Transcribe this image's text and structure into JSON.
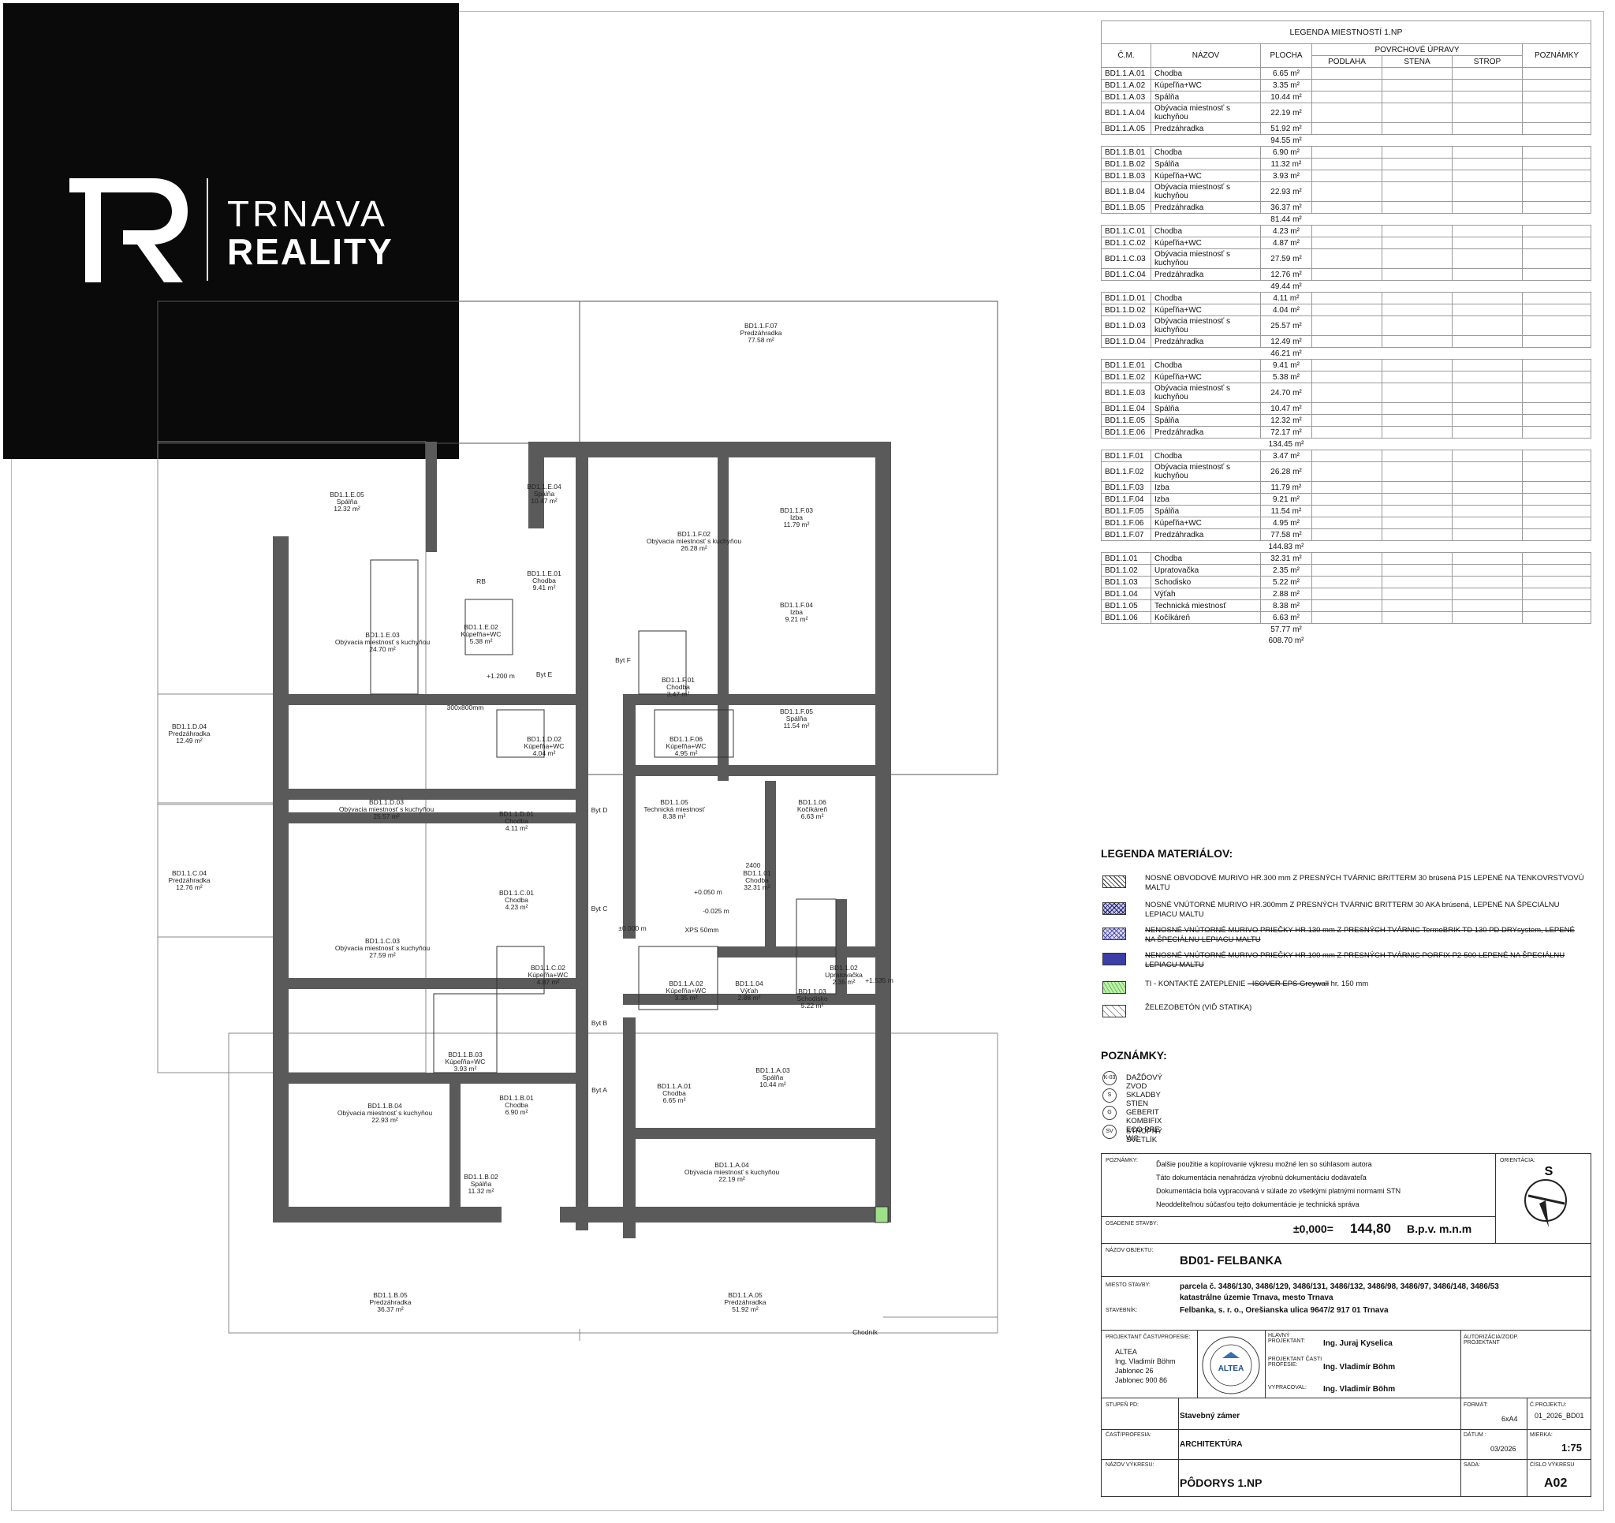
{
  "logo": {
    "line1": "TRNAVA",
    "line2": "REALITY"
  },
  "rooms_legend": {
    "title": "LEGENDA MIESTNOSTÍ 1.NP",
    "finishes_header": "POVRCHOVÉ ÚPRAVY",
    "columns": [
      "Č.M.",
      "NÁZOV",
      "PLOCHA",
      "PODLAHA",
      "STENA",
      "STROP",
      "POZNÁMKY"
    ],
    "groups": [
      {
        "rows": [
          [
            "BD1.1.A.01",
            "Chodba",
            "6.65 m²"
          ],
          [
            "BD1.1.A.02",
            "Kúpeľňa+WC",
            "3.35 m²"
          ],
          [
            "BD1.1.A.03",
            "Spálňa",
            "10.44 m²"
          ],
          [
            "BD1.1.A.04",
            "Obývacia miestnosť s kuchyňou",
            "22.19 m²"
          ],
          [
            "BD1.1.A.05",
            "Predzáhradka",
            "51.92 m²"
          ]
        ],
        "total": "94.55 m²"
      },
      {
        "rows": [
          [
            "BD1.1.B.01",
            "Chodba",
            "6.90 m²"
          ],
          [
            "BD1.1.B.02",
            "Spálňa",
            "11.32 m²"
          ],
          [
            "BD1.1.B.03",
            "Kúpeľňa+WC",
            "3.93 m²"
          ],
          [
            "BD1.1.B.04",
            "Obývacia miestnosť s kuchyňou",
            "22.93 m²"
          ],
          [
            "BD1.1.B.05",
            "Predzáhradka",
            "36.37 m²"
          ]
        ],
        "total": "81.44 m²"
      },
      {
        "rows": [
          [
            "BD1.1.C.01",
            "Chodba",
            "4.23 m²"
          ],
          [
            "BD1.1.C.02",
            "Kúpeľňa+WC",
            "4.87 m²"
          ],
          [
            "BD1.1.C.03",
            "Obývacia miestnosť s kuchyňou",
            "27.59 m²"
          ],
          [
            "BD1.1.C.04",
            "Predzáhradka",
            "12.76 m²"
          ]
        ],
        "total": "49.44 m²"
      },
      {
        "rows": [
          [
            "BD1.1.D.01",
            "Chodba",
            "4.11 m²"
          ],
          [
            "BD1.1.D.02",
            "Kúpeľňa+WC",
            "4.04 m²"
          ],
          [
            "BD1.1.D.03",
            "Obývacia miestnosť s kuchyňou",
            "25.57 m²"
          ],
          [
            "BD1.1.D.04",
            "Predzáhradka",
            "12.49 m²"
          ]
        ],
        "total": "46.21 m²"
      },
      {
        "rows": [
          [
            "BD1.1.E.01",
            "Chodba",
            "9.41 m²"
          ],
          [
            "BD1.1.E.02",
            "Kúpeľňa+WC",
            "5.38 m²"
          ],
          [
            "BD1.1.E.03",
            "Obývacia miestnosť s kuchyňou",
            "24.70 m²"
          ],
          [
            "BD1.1.E.04",
            "Spálňa",
            "10.47 m²"
          ],
          [
            "BD1.1.E.05",
            "Spálňa",
            "12.32 m²"
          ],
          [
            "BD1.1.E.06",
            "Predzáhradka",
            "72.17 m²"
          ]
        ],
        "total": "134.45 m²"
      },
      {
        "rows": [
          [
            "BD1.1.F.01",
            "Chodba",
            "3.47 m²"
          ],
          [
            "BD1.1.F.02",
            "Obývacia miestnosť s kuchyňou",
            "26.28 m²"
          ],
          [
            "BD1.1.F.03",
            "Izba",
            "11.79 m²"
          ],
          [
            "BD1.1.F.04",
            "Izba",
            "9.21 m²"
          ],
          [
            "BD1.1.F.05",
            "Spálňa",
            "11.54 m²"
          ],
          [
            "BD1.1.F.06",
            "Kúpeľňa+WC",
            "4.95 m²"
          ],
          [
            "BD1.1.F.07",
            "Predzáhradka",
            "77.58 m²"
          ]
        ],
        "total": "144.83 m²"
      },
      {
        "rows": [
          [
            "BD1.1.01",
            "Chodba",
            "32.31 m²"
          ],
          [
            "BD1.1.02",
            "Upratovačka",
            "2.35 m²"
          ],
          [
            "BD1.1.03",
            "Schodisko",
            "5.22 m²"
          ],
          [
            "BD1.1.04",
            "Výťah",
            "2.88 m²"
          ],
          [
            "BD1.1.05",
            "Technická miestnosť",
            "8.38 m²"
          ],
          [
            "BD1.1.06",
            "Kočíkáreň",
            "6.63 m²"
          ]
        ],
        "total": "57.77 m²"
      }
    ],
    "grand_total": "608.70 m²"
  },
  "materials": {
    "title": "LEGENDA MATERIÁLOV:",
    "items": [
      {
        "text": "NOSNÉ OBVODOVÉ MURIVO HR.300 mm Z PRESNÝCH TVÁRNIC BRITTERM 30 brúsená P15 LEPENÉ NA TENKOVRSTVOVÚ MALTU",
        "struck": ""
      },
      {
        "text": "NOSNÉ VNÚTORNÉ MURIVO HR.300mm Z PRESNÝCH TVÁRNIC BRITTERM 30 AKA brúsená, LEPENÉ NA ŠPECIÁLNU LEPIACU MALTU",
        "struck": ""
      },
      {
        "text": "",
        "struck": "NENOSNÉ VNÚTORNÉ MURIVO PRIEČKY HR.130 mm Z PRESNÝCH TVÁRNIC TermoBRIK TD 130 PD DRYsystem, LEPENÉ NA ŠPECIÁLNU LEPIACU MALTU"
      },
      {
        "text": "",
        "struck": "NENOSNÉ VNÚTORNÉ MURIVO PRIEČKY HR.100 mm Z PRESNÝCH TVÁRNIC PORFIX P2-500 LEPENÉ NA ŠPECIÁLNU LEPIACU MALTU"
      },
      {
        "text": "TI - KONTAKTÉ ZATEPLENIE",
        "struck": "- ISOVER EPS Greywall",
        "suffix": " hr. 150 mm"
      },
      {
        "text": "ŽELEZOBETÓN (VIĎ STATIKA)",
        "struck": ""
      }
    ]
  },
  "notes": {
    "title": "POZNÁMKY:",
    "items": [
      {
        "code": "K-03",
        "text": "DAŽĎOVÝ ZVOD"
      },
      {
        "code": "S",
        "text": "SKLADBY STIEN"
      },
      {
        "code": "G",
        "text": "GEBERIT KOMBIFIX ECO PRE WC"
      },
      {
        "code": "SV",
        "text": "STROPNÝ SVETLÍK"
      }
    ]
  },
  "title_block": {
    "notes_label": "POZNÁMKY:",
    "notes_lines": [
      "Ďalšie použitie a kopírovanie výkresu možné len so súhlasom autora",
      "Táto dokumentácia nenahrádza výrobnú dokumentáciu dodávateľa",
      "Dokumentácia bola vypracovaná v súlade zo všetkými platnými normami STN",
      "Neoddeliteľnou súčasťou tejto dokumentácie je technická správa"
    ],
    "orientation_label": "ORIENTÁCIA:",
    "orientation_letter": "S",
    "height_label": "OSADENIE STAVBY:",
    "height_prefix": "±0,000=",
    "height_value": "144,80",
    "height_unit": "B.p.v.  m.n.m",
    "object_label": "NÁZOV OBJEKTU:",
    "object_value": "BD01- FELBANKA",
    "site_label": "MIESTO STAVBY:",
    "site_line1": "parcela č. 3486/130, 3486/129, 3486/131, 3486/132, 3486/98, 3486/97, 3486/148, 3486/53",
    "site_line2": "katastrálne územie Trnava, mesto Trnava",
    "investor_label": "STAVEBNÍK:",
    "investor_value": "Felbanka, s. r. o., Orešianska ulica 9647/2 917 01 Trnava",
    "designer_label": "PROJEKTANT ČASTI/PROFESIE:",
    "designer_lines": [
      "ALTEA",
      "Ing. Vladimír Böhm",
      "Jablonec 26",
      "Jablonec  900 86"
    ],
    "stamp_text": "ALTEA",
    "main_proj_label": "HLAVNÝ PROJEKTANT:",
    "main_proj_value": "Ing. Juraj Kyselica",
    "part_proj_label": "PROJEKTANT ČASTI PROFESIE:",
    "part_proj_value": "Ing. Vladimír Böhm",
    "drawn_label": "VYPRACOVAL:",
    "drawn_value": "Ing. Vladimír Böhm",
    "auth_label": "AUTORIZÁCIA/ZODP. PROJEKTANT",
    "stage_label": "STUPEŇ PD:",
    "stage_value": "Stavebný zámer",
    "format_label": "FORMÁT:",
    "format_value": "6xA4",
    "projno_label": "Č.PROJEKTU:",
    "projno_value": "01_2026_BD01",
    "part_label": "ČASŤ/PROFESIA:",
    "part_value": "ARCHITEKTÚRA",
    "date_label": "DÁTUM :",
    "date_value": "03/2026",
    "scale_label": "MIERKA:",
    "scale_value": "1:75",
    "sada_label": "SADA:",
    "drawing_label": "NÁZOV VÝKRESU:",
    "drawing_value": "PÔDORYS 1.NP",
    "drawno_label": "ČÍSLO VÝKRESU",
    "drawno_value": "A02"
  },
  "plan": {
    "rooms": [
      {
        "code": "BD1.1.F.07",
        "name": "Predzáhradka",
        "area": "77.58 m²"
      },
      {
        "code": "BD1.1.E.05",
        "name": "Spálňa",
        "area": "12.32 m²"
      },
      {
        "code": "BD1.1.E.04",
        "name": "Spálňa",
        "area": "10.47 m²"
      },
      {
        "code": "BD1.1.F.02",
        "name": "Obývacia miestnosť s kuchyňou",
        "area": "26.28 m²"
      },
      {
        "code": "BD1.1.F.03",
        "name": "Izba",
        "area": "11.79 m²"
      },
      {
        "code": "BD1.1.E.01",
        "name": "Chodba",
        "area": "9.41 m²"
      },
      {
        "code": "BD1.1.E.03",
        "name": "Obývacia miestnosť s kuchyňou",
        "area": "24.70 m²"
      },
      {
        "code": "BD1.1.E.02",
        "name": "Kúpeľňa+WC",
        "area": "5.38 m²"
      },
      {
        "code": "BD1.1.F.04",
        "name": "Izba",
        "area": "9.21 m²"
      },
      {
        "code": "BD1.1.F.01",
        "name": "Chodba",
        "area": "3.47 m²"
      },
      {
        "code": "BD1.1.F.05",
        "name": "Spálňa",
        "area": "11.54 m²"
      },
      {
        "code": "BD1.1.D.04",
        "name": "Predzáhradka",
        "area": "12.49 m²"
      },
      {
        "code": "BD1.1.D.02",
        "name": "Kúpeľňa+WC",
        "area": "4.04 m²"
      },
      {
        "code": "BD1.1.F.06",
        "name": "Kúpeľňa+WC",
        "area": "4.95 m²"
      },
      {
        "code": "BD1.1.D.03",
        "name": "Obývacia miestnosť s kuchyňou",
        "area": "25.57 m²"
      },
      {
        "code": "BD1.1.05",
        "name": "Technická miestnosť",
        "area": "8.38 m²"
      },
      {
        "code": "BD1.1.06",
        "name": "Kočíkáreň",
        "area": "6.63 m²"
      },
      {
        "code": "BD1.1.D.01",
        "name": "Chodba",
        "area": "4.11 m²"
      },
      {
        "code": "BD1.1.C.04",
        "name": "Predzáhradka",
        "area": "12.76 m²"
      },
      {
        "code": "BD1.1.01",
        "name": "Chodba",
        "area": "32.31 m²"
      },
      {
        "code": "BD1.1.C.01",
        "name": "Chodba",
        "area": "4.23 m²"
      },
      {
        "code": "BD1.1.C.03",
        "name": "Obývacia miestnosť s kuchyňou",
        "area": "27.59 m²"
      },
      {
        "code": "BD1.1.C.02",
        "name": "Kúpeľňa+WC",
        "area": "4.87 m²"
      },
      {
        "code": "BD1.1.A.02",
        "name": "Kúpeľňa+WC",
        "area": "3.35 m²"
      },
      {
        "code": "BD1.1.04",
        "name": "Výťah",
        "area": "2.88 m²"
      },
      {
        "code": "BD1.1.03",
        "name": "Schodisko",
        "area": "5.22 m²"
      },
      {
        "code": "BD1.1.02",
        "name": "Upratovačka",
        "area": "2.35 m²"
      },
      {
        "code": "BD1.1.B.03",
        "name": "Kúpeľňa+WC",
        "area": "3.93 m²"
      },
      {
        "code": "BD1.1.B.01",
        "name": "Chodba",
        "area": "6.90 m²"
      },
      {
        "code": "BD1.1.B.04",
        "name": "Obývacia miestnosť s kuchyňou",
        "area": "22.93 m²"
      },
      {
        "code": "BD1.1.A.01",
        "name": "Chodba",
        "area": "6.65 m²"
      },
      {
        "code": "BD1.1.A.03",
        "name": "Spálňa",
        "area": "10.44 m²"
      },
      {
        "code": "BD1.1.B.02",
        "name": "Spálňa",
        "area": "11.32 m²"
      },
      {
        "code": "BD1.1.A.04",
        "name": "Obývacia miestnosť s kuchyňou",
        "area": "22.19 m²"
      },
      {
        "code": "BD1.1.B.05",
        "name": "Predzáhradka",
        "area": "36.37 m²"
      },
      {
        "code": "BD1.1.A.05",
        "name": "Predzáhradka",
        "area": "51.92 m²"
      }
    ],
    "annotations": [
      "RB",
      "300x800mm",
      "+1.200 m",
      "Byt F",
      "Byt E",
      "Byt D",
      "Byt C",
      "Byt B",
      "Byt A",
      "±0.000 m",
      "+0.050 m",
      "-0.025 m",
      "2400",
      "XPS 50mm",
      "+1.535 m",
      "Chodník"
    ]
  }
}
